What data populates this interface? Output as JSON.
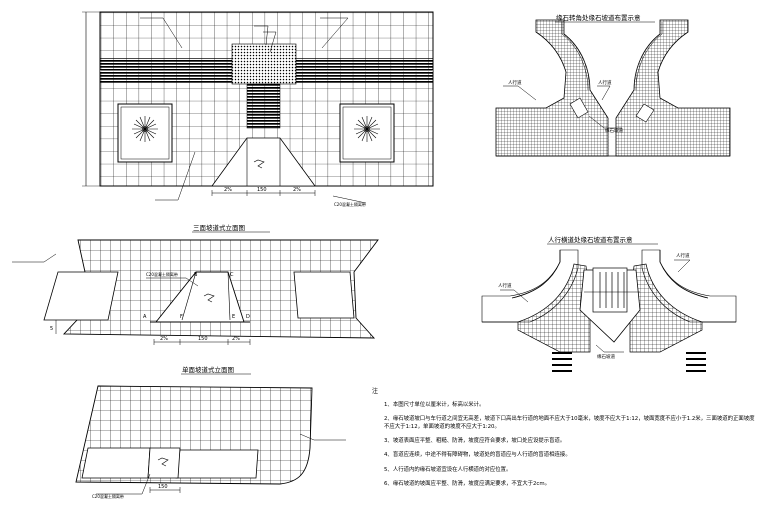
{
  "plan_view": {
    "width_dim": "",
    "callouts": {
      "top_left": "",
      "top_center_1": "",
      "top_center_2": "",
      "top_right": "",
      "tree_left": "",
      "tree_right": "",
      "bottom_left": "",
      "bottom_right": "C20混凝土隔离带"
    },
    "ramp_dims": [
      "2%",
      "150",
      "2%"
    ]
  },
  "corner_detail": {
    "title": "缘石转角处缘石坡道布置示意",
    "labels": [
      "人行道",
      "人行道",
      "缘石坡道"
    ]
  },
  "crossing_detail": {
    "title": "人行横道处缘石坡道布置示意",
    "labels": [
      "人行道",
      "人行道",
      "缘石坡道"
    ]
  },
  "three_sided_ramp": {
    "title": "三面坡道式立面图",
    "side_label": "",
    "concrete_label": "C20混凝土隔离带",
    "points": [
      "A",
      "B",
      "C",
      "D",
      "E",
      "F"
    ],
    "left_area_label": "",
    "right_area_label": "",
    "height_label": "5",
    "dims": [
      "2%",
      "150",
      "2%"
    ]
  },
  "single_slope_ramp": {
    "title": "单面坡道式立面图",
    "side_label": "",
    "area_left": "",
    "area_right": "",
    "concrete_label": "C20混凝土隔离带",
    "dim": "150"
  },
  "notes": {
    "title": "注",
    "items": [
      "1、本图尺寸单位以厘米计，标高以米计。",
      "2、缘石坡道坡口与车行道之间宜无高差，坡道下口高出车行道的地面不应大于10毫米，坡度不应大于1:12，坡面宽度不应小于1.2米，三面坡道的正面坡度不应大于1:12，单面坡道的坡度不应大于1:20。",
      "3、坡道表面应平整、粗糙、防滑，坡度应符合要求，坡口处应设提示盲道。",
      "4、盲道应连续，中途不得有障碍物，坡道处的盲道应与人行道的盲道相连接。",
      "5、人行道内的缘石坡道宜设在人行横道的对应位置。",
      "6、缘石坡道的坡面应平整、防滑，坡度应满足要求，不宜大于2cm。"
    ]
  }
}
